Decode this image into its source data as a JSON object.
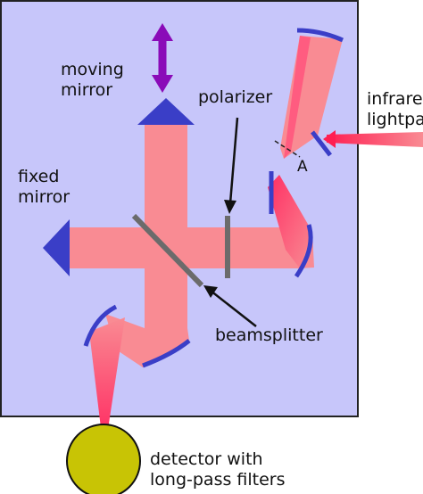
{
  "labels": {
    "moving_mirror": [
      "moving",
      "mirror"
    ],
    "fixed_mirror": [
      "fixed",
      "mirror"
    ],
    "polarizer": "polarizer",
    "beamsplitter": "beamsplitter",
    "infrared_lightpath": [
      "infrared",
      "lightpath"
    ],
    "point_a": "A",
    "detector": [
      "detector with",
      "long-pass filters"
    ]
  },
  "colors": {
    "panel": "#c7c6fa",
    "beam": "#f98b93",
    "beam_edge": "#e8687e",
    "beam_focus": "#ff2e63",
    "mirror": "#3a3ec7",
    "arrow_purple": "#8a0bb8",
    "polarizer": "#6b6b6b",
    "detector": "#c8c405",
    "detector_arrow": "#ee1144"
  }
}
